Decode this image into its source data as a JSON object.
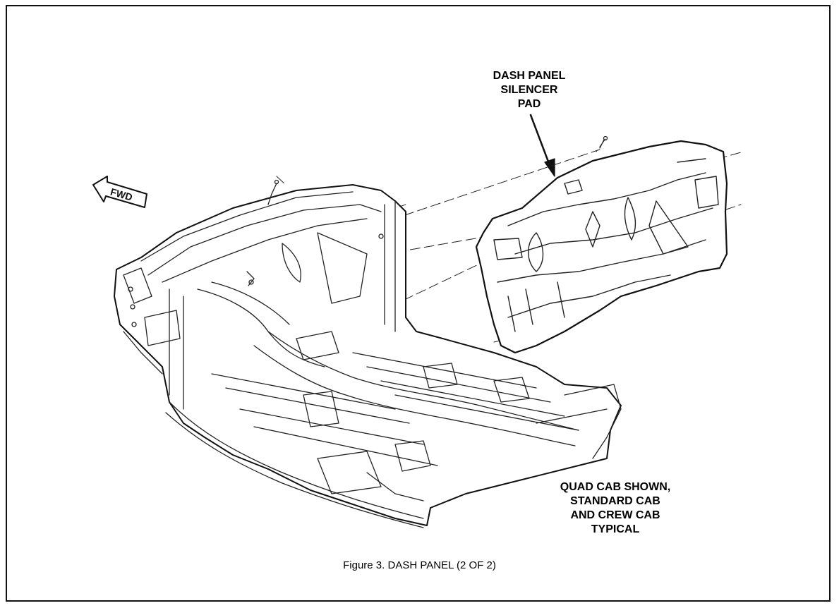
{
  "diagram": {
    "labels": {
      "dash_panel_silencer_pad": [
        "DASH PANEL",
        "SILENCER",
        "PAD"
      ],
      "cab_note": [
        "QUAD CAB SHOWN,",
        "STANDARD CAB",
        "AND CREW CAB",
        "TYPICAL"
      ],
      "forward_arrow": "FWD"
    },
    "caption": "Figure 3.  DASH PANEL (2 OF 2)"
  }
}
